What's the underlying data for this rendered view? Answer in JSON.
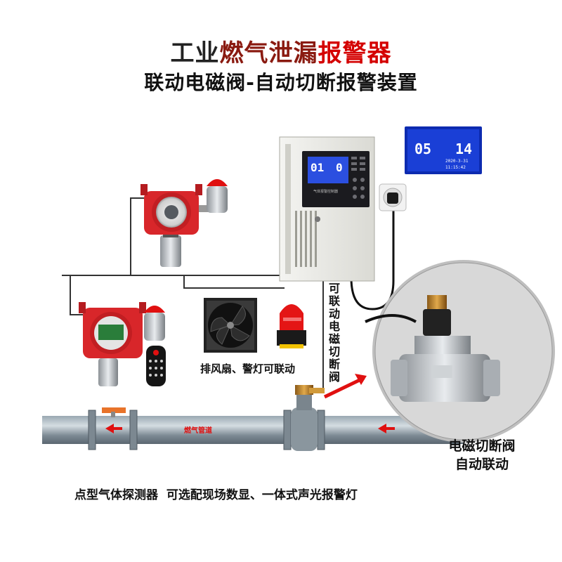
{
  "title": {
    "part1": "工业",
    "part2": "燃气泄漏",
    "part3": "报警器"
  },
  "subtitle": "联动电磁阀-自动切断报警装置",
  "controller": {
    "display_left": "01",
    "display_right": "0",
    "brand_label": "气体报警控制器"
  },
  "lcd": {
    "num_left": "05",
    "num_right": "14",
    "date": "2020-3-31",
    "time": "11:15:42"
  },
  "pipe_label": "燃气管道",
  "valve_vertical_label": "可联动电磁切断阀",
  "fan_lamp_caption": "排风扇、警灯可联动",
  "valve_caption_line1": "电磁切断阀",
  "valve_caption_line2": "自动联动",
  "bottom_caption": "点型气体探测器  可选配现场数显、一体式声光报警灯",
  "colors": {
    "detector_red": "#d8262a",
    "alarm_red": "#e01010",
    "title_red": "#d40000",
    "lcd_blue": "#1a3fd6"
  }
}
